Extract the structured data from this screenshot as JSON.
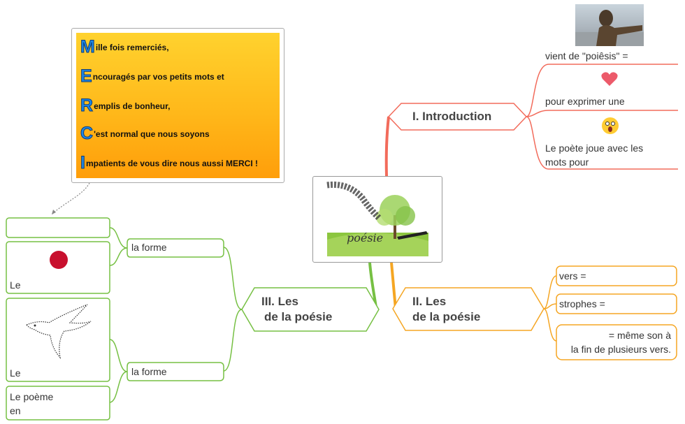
{
  "central": {
    "image_caption": "poésie"
  },
  "merci_card": {
    "lines": [
      {
        "initial": "M",
        "rest": "ille fois remerciés,"
      },
      {
        "initial": "E",
        "rest": "ncouragés par vos petits mots et"
      },
      {
        "initial": "R",
        "rest": "emplis de bonheur,"
      },
      {
        "initial": "C",
        "rest": "'est normal que nous soyons"
      },
      {
        "initial": "I",
        "rest": "mpatients de vous dire nous aussi MERCI !"
      }
    ]
  },
  "branch_intro": {
    "title": "I. Introduction",
    "color": "#f26b5b",
    "items": [
      {
        "text": "vient de \"poiêsis\" ="
      },
      {
        "icon": "heart-icon",
        "text": "pour exprimer une"
      },
      {
        "icon": "surprised-face-icon",
        "text": "Le poète joue avec les mots pour"
      }
    ]
  },
  "branch_2": {
    "title_line1": "II. Les",
    "title_line2": "de la poésie",
    "color": "#f5a623",
    "items": [
      {
        "text": "vers ="
      },
      {
        "text": "strophes ="
      },
      {
        "line1": "= même son à",
        "line2": "la fin de plusieurs vers."
      }
    ]
  },
  "branch_3": {
    "title_line1": "III. Les",
    "title_line2": "de la poésie",
    "color": "#76c043",
    "sub_top": {
      "label": "la forme",
      "items": [
        {
          "text": ""
        },
        {
          "icon": "red-circle-icon",
          "text": "Le"
        }
      ]
    },
    "sub_bottom": {
      "label": "la forme",
      "items": [
        {
          "icon": "calligram-bird-icon",
          "text": "Le"
        },
        {
          "line1": "Le poème",
          "line2": "en"
        }
      ]
    }
  },
  "colors": {
    "intro": "#f26b5b",
    "two": "#f5a623",
    "three": "#76c043"
  }
}
